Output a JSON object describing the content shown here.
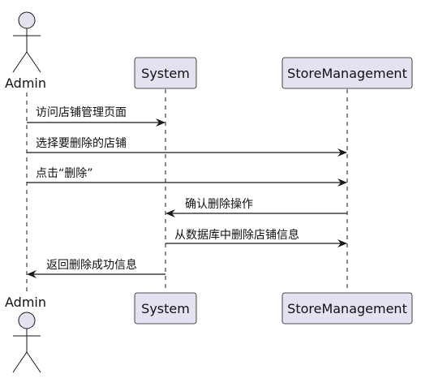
{
  "participants": {
    "admin": {
      "label": "Admin"
    },
    "system": {
      "label": "System"
    },
    "store": {
      "label": "StoreManagement"
    }
  },
  "messages": [
    {
      "from": "admin",
      "to": "system",
      "label": "访问店铺管理页面"
    },
    {
      "from": "admin",
      "to": "store",
      "label": "选择要删除的店铺"
    },
    {
      "from": "admin",
      "to": "store",
      "label": "点击“删除”"
    },
    {
      "from": "store",
      "to": "system",
      "label": "确认删除操作"
    },
    {
      "from": "system",
      "to": "store",
      "label": "从数据库中删除店铺信息"
    },
    {
      "from": "system",
      "to": "admin",
      "label": "返回删除成功信息"
    }
  ],
  "colors": {
    "participant_fill": "#e2e2f0",
    "line": "#181818"
  }
}
